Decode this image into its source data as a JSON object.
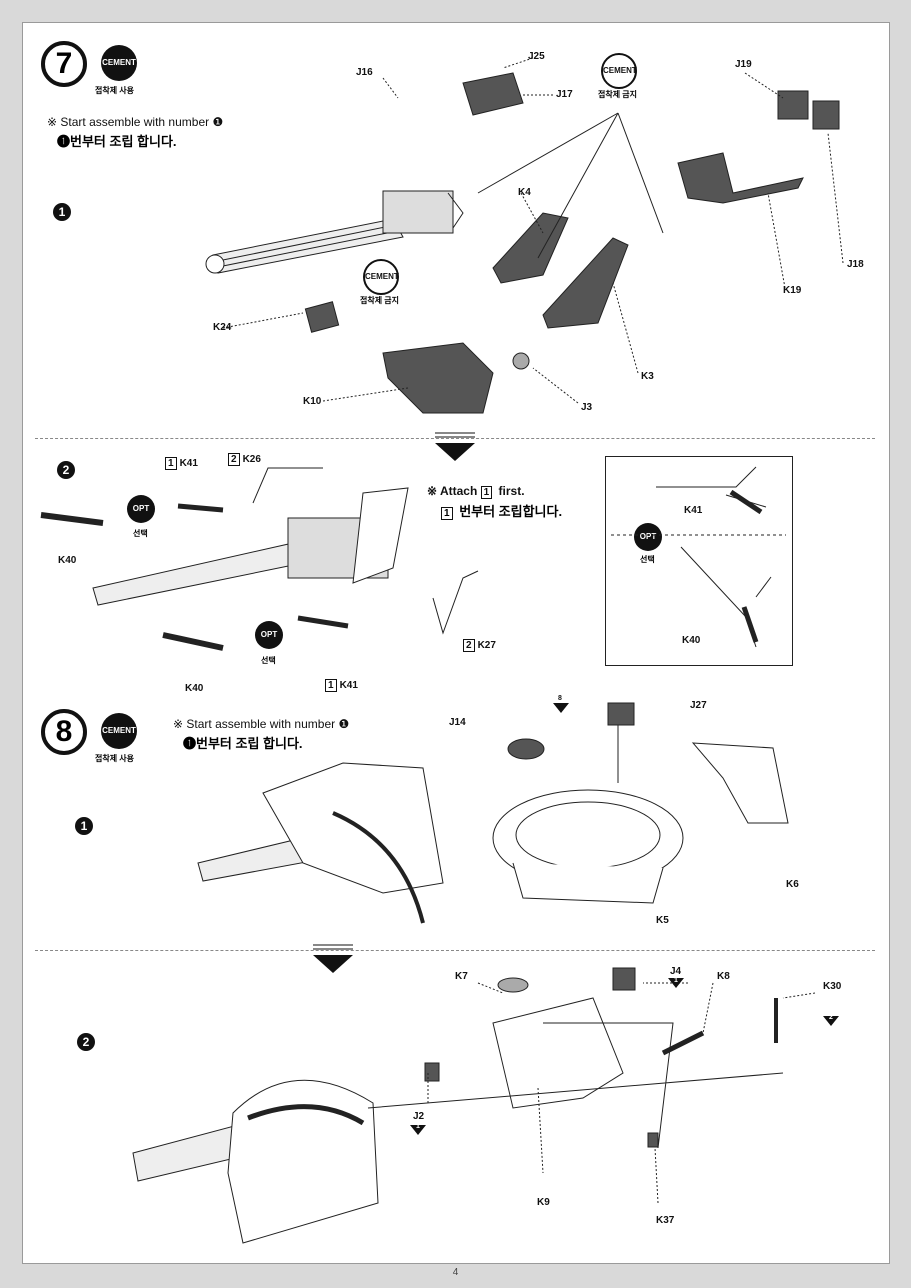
{
  "page_number": "4",
  "step7": {
    "number": "7",
    "cement_badge": "CEMENT",
    "cement_sub": "접착제 사용",
    "note_en": "※ Start assemble with number ❶",
    "note_ko": "❶번부터 조립 합니다.",
    "substep": "1",
    "no_cement_sub": "접착제 금지",
    "no_cement_badge": "CEMENT",
    "parts": [
      "J16",
      "J25",
      "J17",
      "J19",
      "K4",
      "J18",
      "K19",
      "K24",
      "K3",
      "K10",
      "J3"
    ]
  },
  "step7b": {
    "substep": "2",
    "opt_badge": "OPT",
    "opt_sub": "선택",
    "attach_note_prefix": "※ Attach",
    "attach_box": "1",
    "attach_note_suffix": "first.",
    "attach_ko": "번부터 조립합니다.",
    "box1": "1",
    "box2": "2",
    "parts": [
      "K41",
      "K26",
      "K40",
      "K27",
      "K40",
      "K41"
    ],
    "inset": {
      "opt_badge": "OPT",
      "opt_sub": "선택",
      "parts": [
        "K41",
        "K40"
      ]
    }
  },
  "step8": {
    "number": "8",
    "cement_badge": "CEMENT",
    "cement_sub": "접착제 사용",
    "note_en": "※ Start assemble with number ❶",
    "note_ko": "❶번부터 조립 합니다.",
    "substep": "1",
    "parts": [
      "J14",
      "J27",
      "K6",
      "K5"
    ],
    "marker": "8"
  },
  "step8b": {
    "substep": "2",
    "parts": [
      "K7",
      "J4",
      "K8",
      "K30",
      "J2",
      "K9",
      "K37"
    ],
    "markers": [
      "1",
      "2",
      "1"
    ]
  },
  "colors": {
    "ink": "#111111",
    "part_fill": "#555555",
    "page_bg": "#d9d9d9"
  }
}
